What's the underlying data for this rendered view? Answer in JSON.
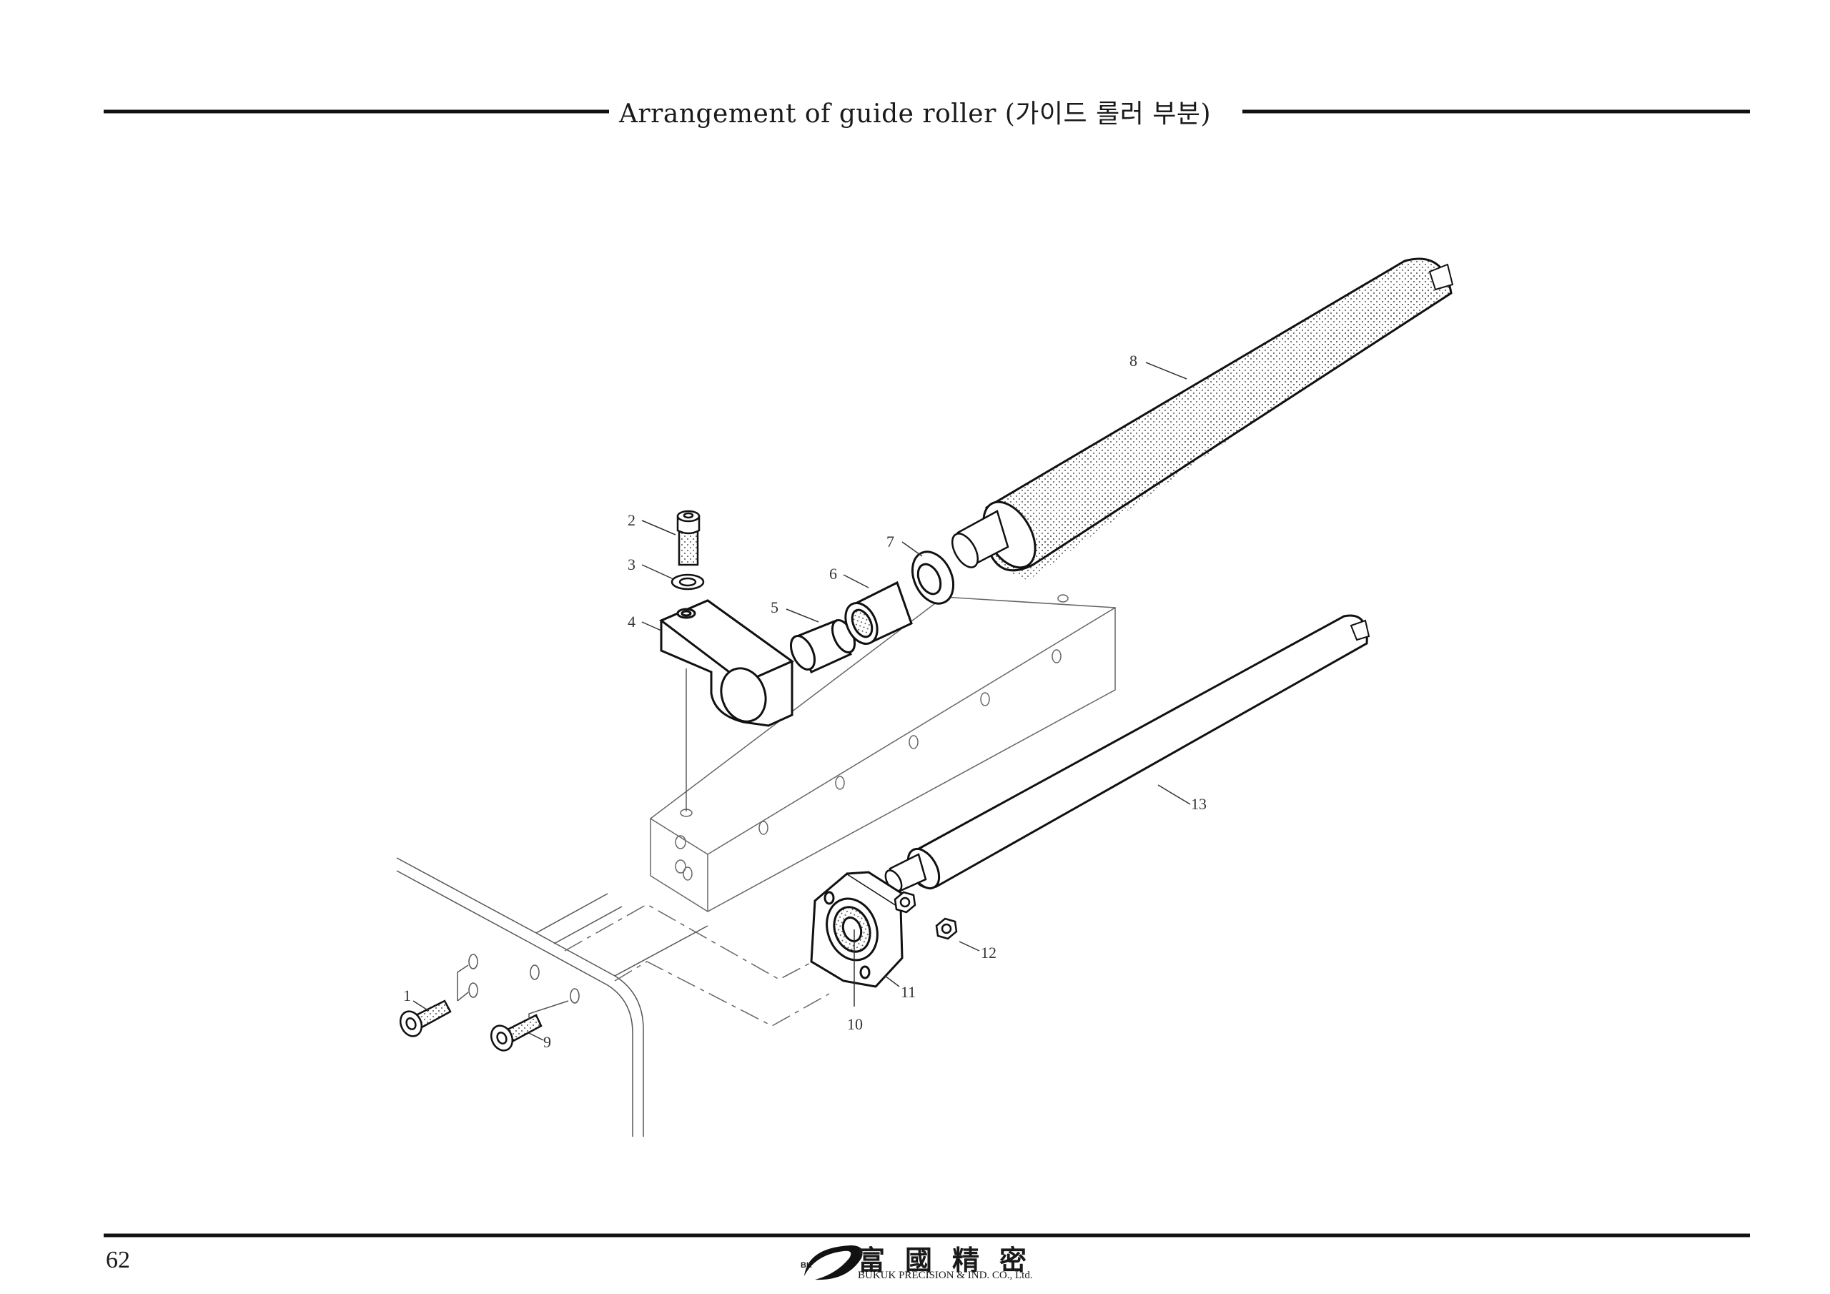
{
  "header": {
    "title": "Arrangement of guide roller (가이드 롤러 부분)"
  },
  "diagram": {
    "callouts": [
      {
        "id": "1",
        "label": "1"
      },
      {
        "id": "2",
        "label": "2"
      },
      {
        "id": "3",
        "label": "3"
      },
      {
        "id": "4",
        "label": "4"
      },
      {
        "id": "5",
        "label": "5"
      },
      {
        "id": "6",
        "label": "6"
      },
      {
        "id": "7",
        "label": "7"
      },
      {
        "id": "8",
        "label": "8"
      },
      {
        "id": "9",
        "label": "9"
      },
      {
        "id": "10",
        "label": "10"
      },
      {
        "id": "11",
        "label": "11"
      },
      {
        "id": "12",
        "label": "12"
      },
      {
        "id": "13",
        "label": "13"
      }
    ]
  },
  "footer": {
    "page_number": "62",
    "logo_mark": "BK",
    "logo_hanja": "富國精密",
    "company": "BUKUK PRECISION & IND. CO., Ltd."
  }
}
